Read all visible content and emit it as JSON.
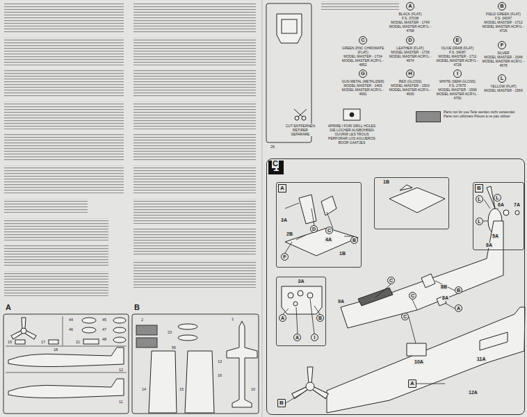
{
  "diagram": {
    "nodes": [
      {
        "text": [
          "A"
        ]
      },
      {
        "text": [
          "B"
        ]
      },
      {
        "text": [
          "C"
        ]
      },
      {
        "text": [
          "D"
        ]
      },
      {
        "text": [
          "E"
        ]
      },
      {
        "text": [
          "F"
        ]
      },
      {
        "text": [
          "G"
        ]
      },
      {
        "text": [
          "H"
        ]
      },
      {
        "text": [
          "I"
        ]
      },
      {
        "text": [
          "L"
        ]
      },
      {
        "text": [
          "1"
        ]
      },
      {
        "text": [
          "A"
        ],
        "in": 10
      },
      {
        "text": [
          "B"
        ],
        "in": 10
      },
      {
        "text": [
          "3A"
        ],
        "in": 10
      },
      {
        "text": [
          "1B"
        ],
        "in": 10
      },
      {
        "text": [
          "D"
        ],
        "in": 11
      },
      {
        "text": [
          "C"
        ],
        "in": 11
      },
      {
        "text": [
          "B"
        ],
        "in": 11
      },
      {
        "text": [
          "F"
        ],
        "in": 11
      },
      {
        "text": [
          "L"
        ],
        "in": 12
      },
      {
        "text": [
          "L"
        ],
        "in": 12
      },
      {
        "text": [
          "L"
        ],
        "in": 12
      },
      {
        "text": [
          "A"
        ],
        "in": 13
      },
      {
        "text": [
          "B"
        ],
        "in": 13
      },
      {
        "text": [
          "A"
        ],
        "in": 13
      },
      {
        "text": [
          "I"
        ],
        "in": 13
      },
      {
        "text": [
          "C"
        ],
        "in": 10
      },
      {
        "text": [
          "C"
        ],
        "in": 10
      },
      {
        "text": [
          "C"
        ],
        "in": 10
      },
      {
        "text": [
          "B"
        ],
        "in": 10
      },
      {
        "text": [
          "A"
        ],
        "in": 10
      },
      {
        "text": [
          "A"
        ],
        "in": 10
      },
      {
        "text": [
          "B"
        ],
        "in": 10
      }
    ],
    "labels": [
      "A",
      "B",
      "44",
      "45",
      "46",
      "47",
      "48",
      "15",
      "17",
      "21",
      "18",
      "12",
      "11",
      "1",
      "2",
      "23",
      "56",
      "13",
      "16",
      "10",
      "14",
      "15",
      "C",
      "26",
      "BLACK (FLAT)",
      "F.S. 37038",
      "MODEL MASTER - 1749",
      "MODEL MASTER ACRYL - 4768",
      "FIELD GREEN (FLAT)",
      "F.S. 34097",
      "MODEL MASTER - 1712",
      "MODEL MASTER ACRYL - 4726",
      "GREEN ZINC CHROMATE (FLAT)",
      "MODEL MASTER - 1734",
      "MODEL MASTER ACRYL - 4852",
      "LEATHER (FLAT)",
      "MODEL MASTER - 1736",
      "MODEL MASTER ACRYL - 4674",
      "OLIVE DRAB (FLAT)",
      "F.S. 34087",
      "MODEL MASTER - 1711",
      "MODEL MASTER ACRYL - 4728",
      "SILVER",
      "MODEL MASTER - 1546",
      "MODEL MASTER ACRYL - 4678",
      "GUN METAL (METALIZER)",
      "MODEL MASTER - 1405",
      "MODEL MASTER ACRYL - 4691",
      "RED (GLOSS)",
      "MODEL MASTER - 1503",
      "MODEL MASTER ACRYL - 4630",
      "WHITE (SEMI-GLOSS)",
      "F.S. 27875",
      "MODEL MASTER - 1596",
      "MODEL MASTER ACRYL - 4750",
      "YELLOW (FLAT)",
      "MODEL MASTER - 1569",
      "CUT ENTFERNEN RETIRER SEPARARE",
      "APRIRE I FORI DRILL HOLES DIE LOCHER AUSBOHREN OUVRIR LES TROUS PERFORAR LOS AGUJEROS BOOR GAATJES",
      "3A",
      "2B",
      "4A",
      "1B",
      "6A",
      "7A",
      "5A",
      "8A",
      "9A",
      "8B",
      "8A",
      "10A",
      "11A",
      "12A"
    ],
    "legend": [
      {
        "text": "Parts not for use Teile werden nicht verwendet Parte non utilizzare Pièces à ne pas utiliser",
        "color": "#8a8a8a"
      }
    ]
  }
}
